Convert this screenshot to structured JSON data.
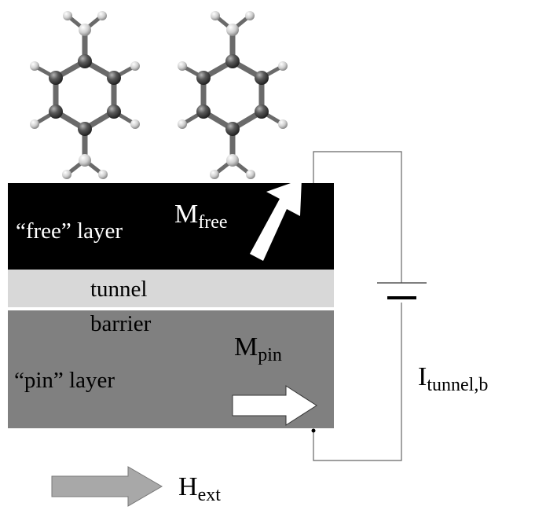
{
  "labels": {
    "free_layer": "“free” layer",
    "tunnel": "tunnel",
    "barrier": "barrier",
    "pin_layer": "“pin” layer"
  },
  "magnetization": {
    "free": {
      "main": "M",
      "sub": "free"
    },
    "pin": {
      "main": "M",
      "sub": "pin"
    },
    "ext": {
      "main": "H",
      "sub": "ext"
    }
  },
  "current": {
    "main": "I",
    "sub": "tunnel,b"
  },
  "colors": {
    "free_layer": "#000000",
    "barrier": "#d8d8d8",
    "pin_layer": "#808080",
    "arrow_white": "#ffffff",
    "arrow_ext": "#a8a8a8",
    "circuit": "#666666",
    "atom_carbon": "#4a4a4a",
    "atom_hydrogen": "#d8d8d8",
    "bond": "#6a6a6a"
  },
  "molecules": [
    {
      "name": "benzene-diamine-left"
    },
    {
      "name": "benzene-diamine-right"
    }
  ]
}
